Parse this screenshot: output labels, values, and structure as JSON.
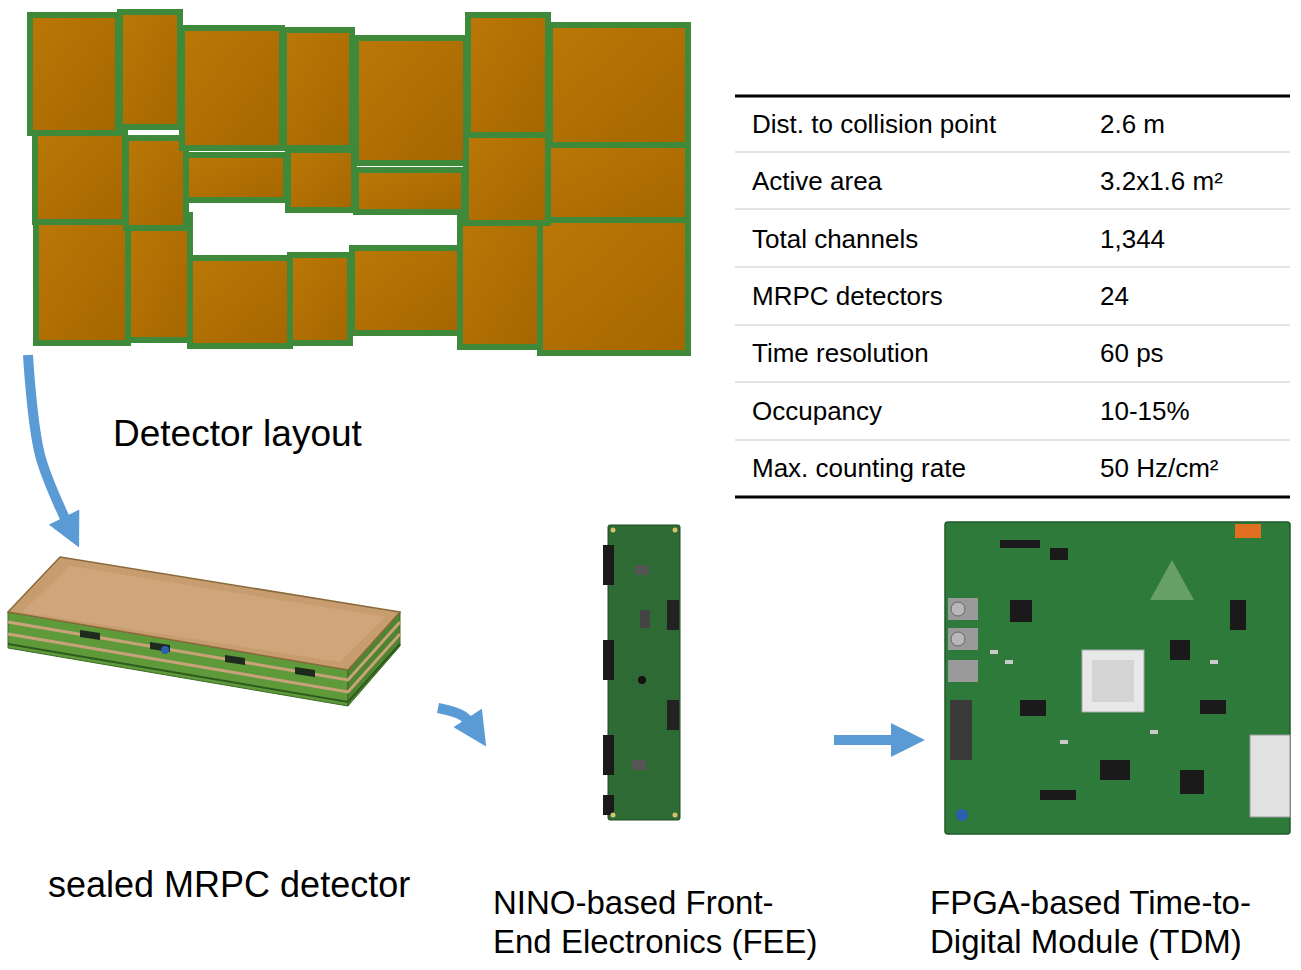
{
  "diagram": {
    "nodes": [
      {
        "text": [
          "Detector layout"
        ]
      },
      {
        "text": [
          "sealed MRPC detector"
        ]
      },
      {
        "text": [
          "NINO-based Front- End Electronics (FEE)"
        ]
      },
      {
        "text": [
          "FPGA-based Time-to- Digital Module (TDM)"
        ]
      }
    ],
    "edges": [
      {
        "from": 0,
        "to": 1,
        "arrow": "to"
      },
      {
        "from": 1,
        "to": 2,
        "arrow": "to"
      },
      {
        "from": 2,
        "to": 3,
        "arrow": "to"
      }
    ],
    "labels": [
      "Dist. to collision point",
      "2.6 m",
      "Active area",
      "3.2x1.6 m²",
      "Total channels",
      "1,344",
      "MRPC detectors",
      "24",
      "Time resolution",
      "60 ps",
      "Occupancy",
      "10-15%",
      "Max. counting rate",
      "50 Hz/cm²"
    ]
  }
}
